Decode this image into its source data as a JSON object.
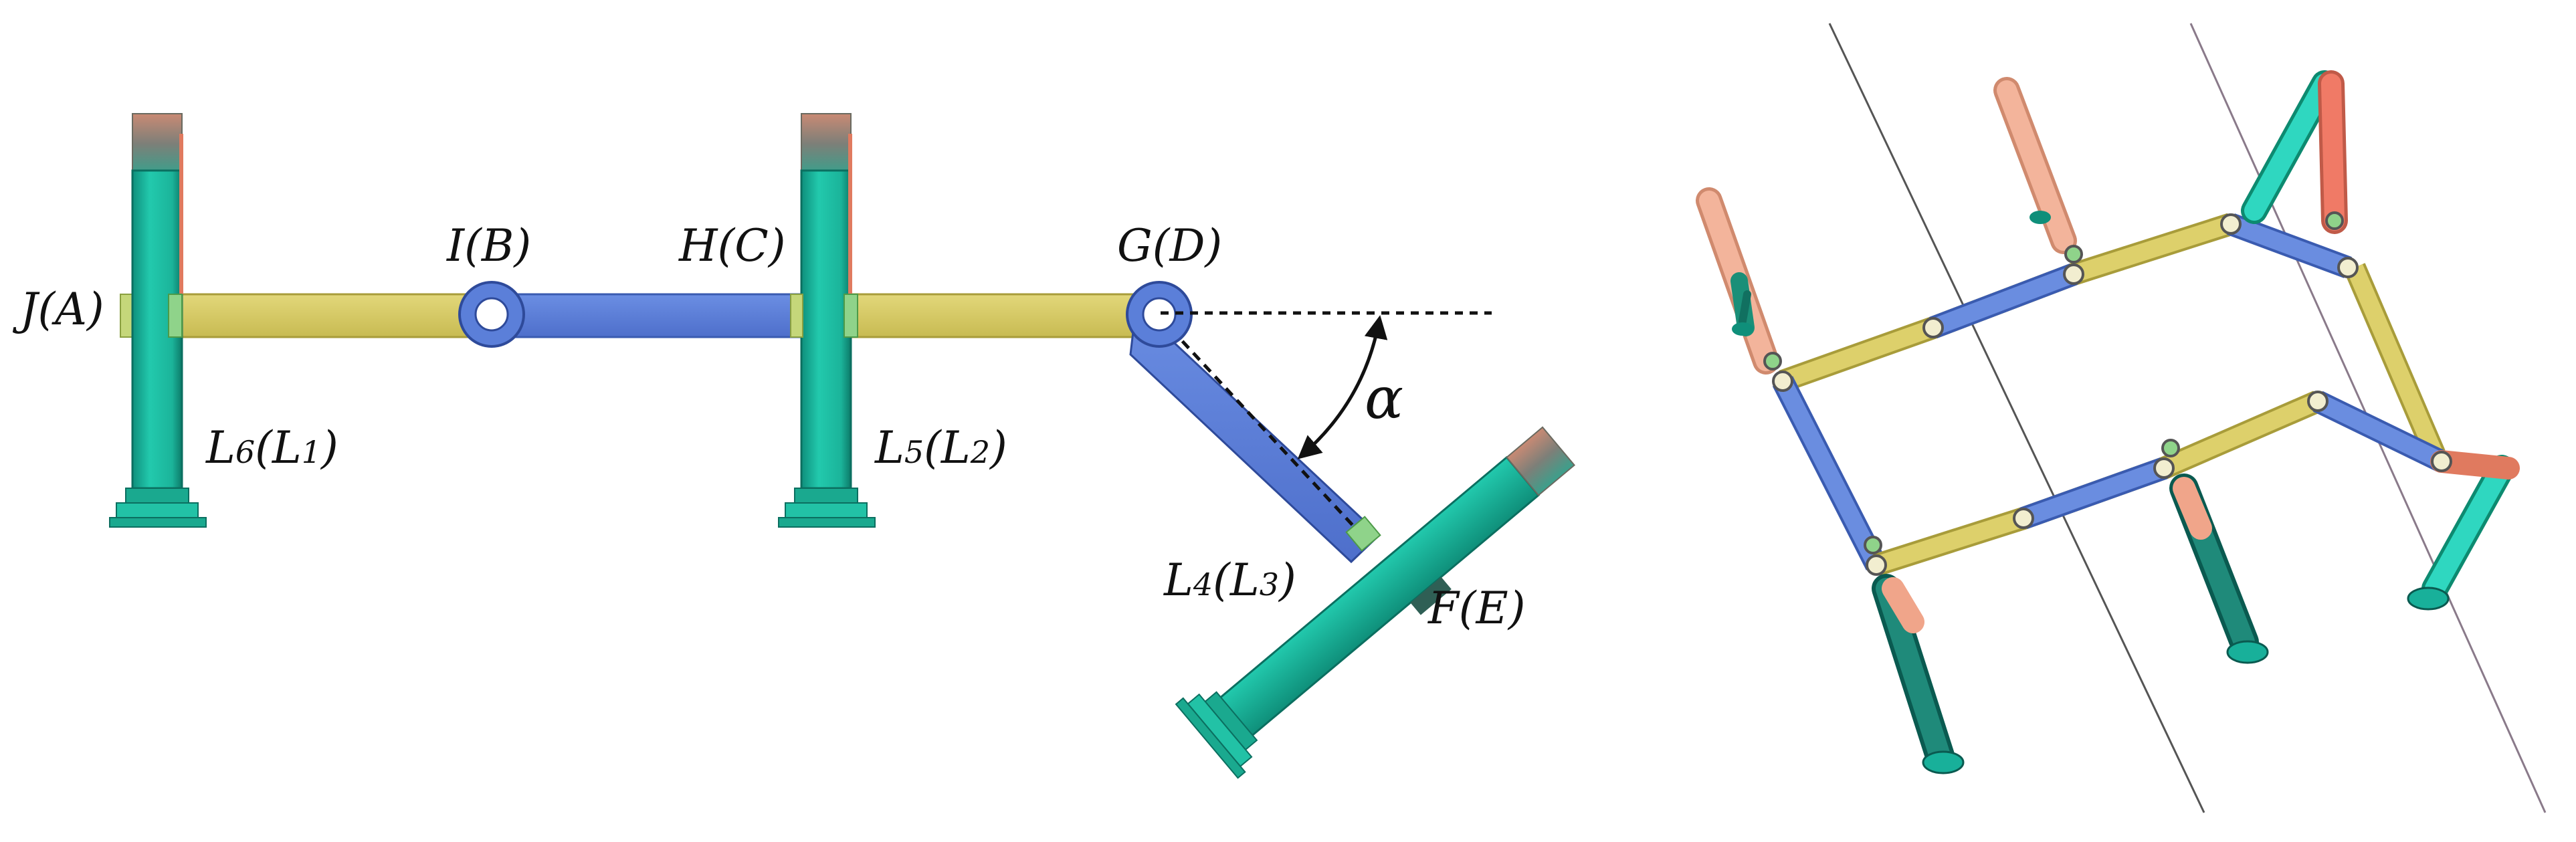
{
  "labels": {
    "A": "J(A)",
    "B": "I(B)",
    "C": "H(C)",
    "D": "G(D)",
    "E": "F(E)",
    "leg1_prefix": "L",
    "leg1_sub1": "6",
    "leg1_mid": "(L",
    "leg1_sub2": "1",
    "leg1_close": ")",
    "leg2_prefix": "L",
    "leg2_sub1": "5",
    "leg2_mid": "(L",
    "leg2_sub2": "2",
    "leg2_close": ")",
    "leg3_prefix": "L",
    "leg3_sub1": "4",
    "leg3_mid": "(L",
    "leg3_sub2": "3",
    "leg3_close": ")",
    "alpha": "α"
  },
  "colors": {
    "teal": "#1fc4a8",
    "teal_dark": "#0f8f7a",
    "yellow": "#dcd06a",
    "yellow_dark": "#b3a840",
    "blue": "#5b7fd9",
    "blue_dark": "#3a5bb0",
    "salmon": "#f0a58a",
    "joint_green": "#8fd38a"
  }
}
